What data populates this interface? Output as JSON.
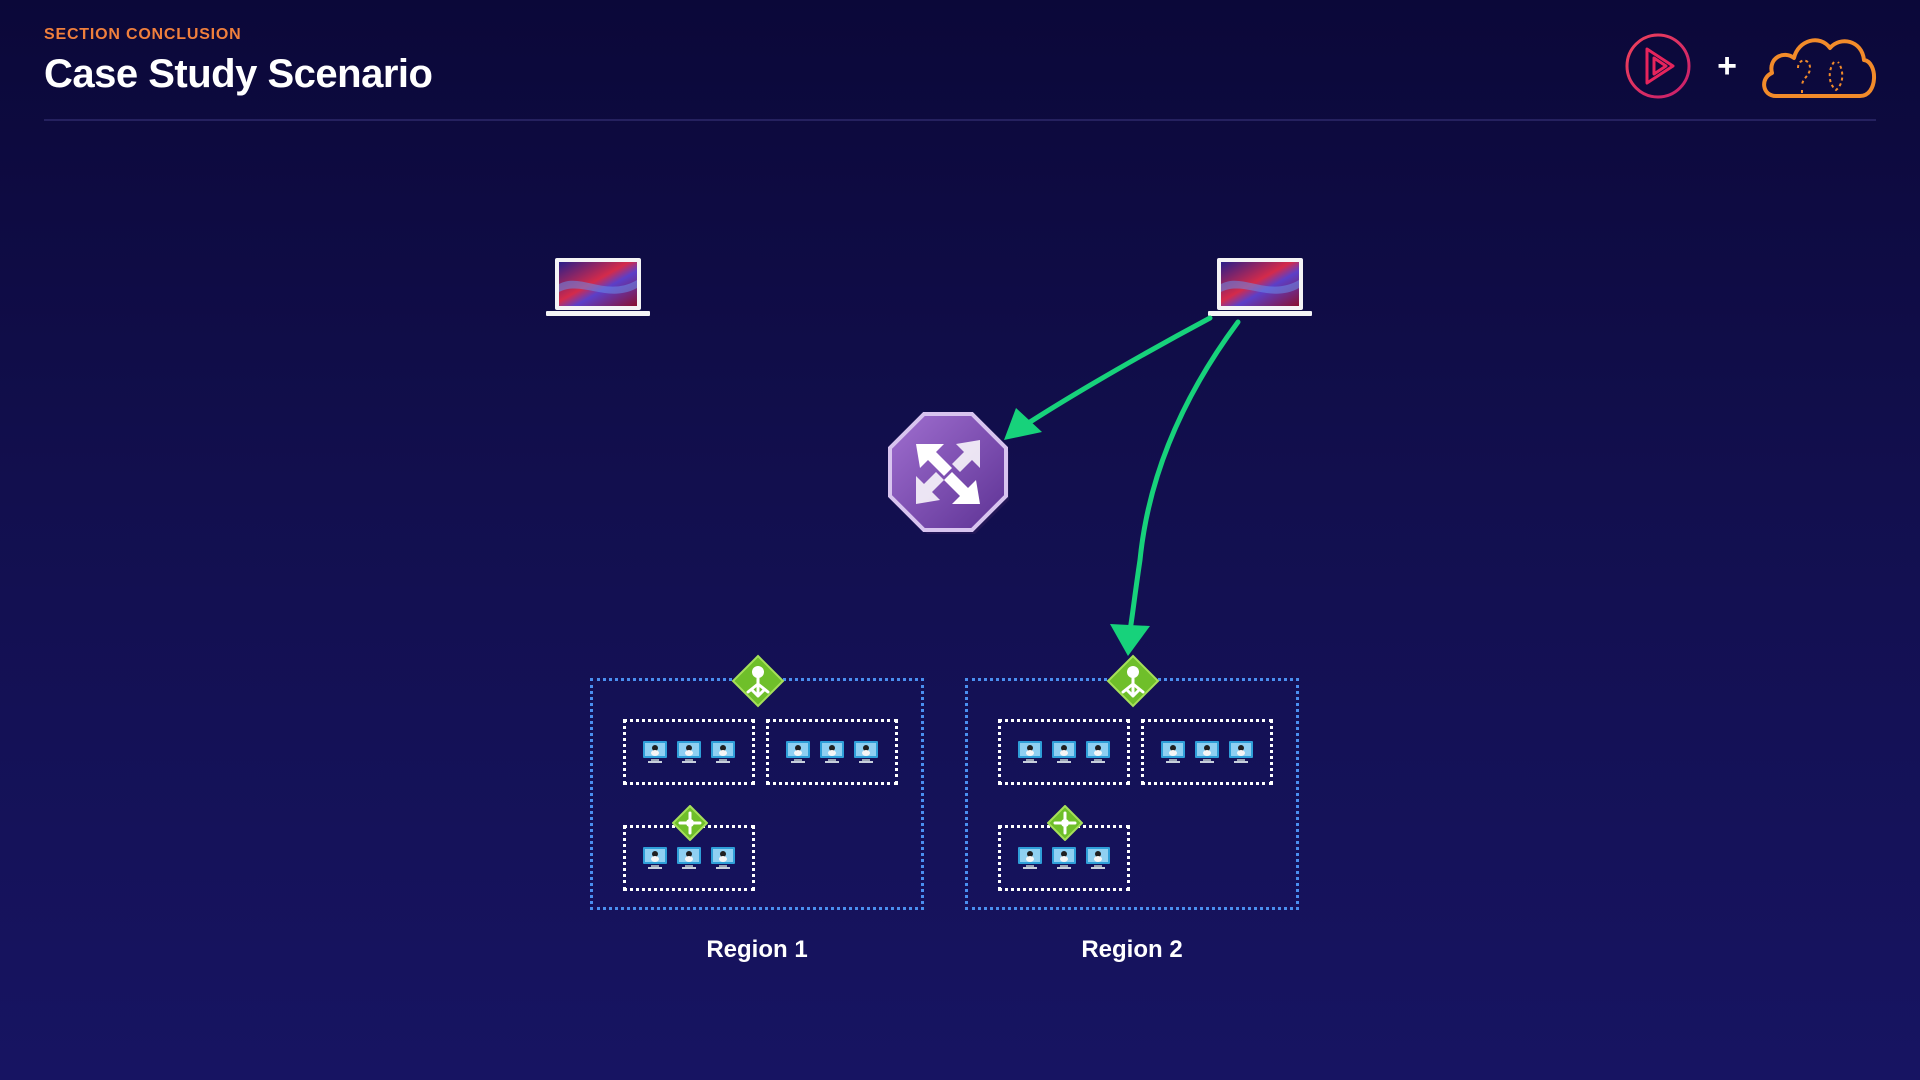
{
  "header": {
    "kicker": "SECTION CONCLUSION",
    "title": "Case Study Scenario",
    "plus_sign": "+"
  },
  "logos": {
    "left": "play-logo",
    "right": "cloud-logo"
  },
  "nodes": {
    "clients": [
      "laptop-icon",
      "laptop-icon"
    ],
    "front_door": "front-door-icon",
    "load_balancer": "load-balancer-icon",
    "vm": "linux-vm-icon"
  },
  "regions": [
    {
      "label": "Region 1",
      "vnets": [
        {
          "vms": 3
        },
        {
          "vms": 3
        },
        {
          "vms": 3,
          "load_balancer": true
        }
      ]
    },
    {
      "label": "Region 2",
      "vnets": [
        {
          "vms": 3
        },
        {
          "vms": 3
        },
        {
          "vms": 3,
          "load_balancer": true
        }
      ]
    }
  ],
  "colors": {
    "background_top": "#0b0839",
    "background_bottom": "#171462",
    "kicker": "#f07f3c",
    "arrow": "#17d27b",
    "region_border": "#4a8ff0",
    "vnet_border": "#ffffff",
    "front_door": "#7e4db0",
    "load_balancer": "#6fbf2a",
    "logo_play": "#e6245c",
    "logo_cloud": "#f28b2a"
  }
}
